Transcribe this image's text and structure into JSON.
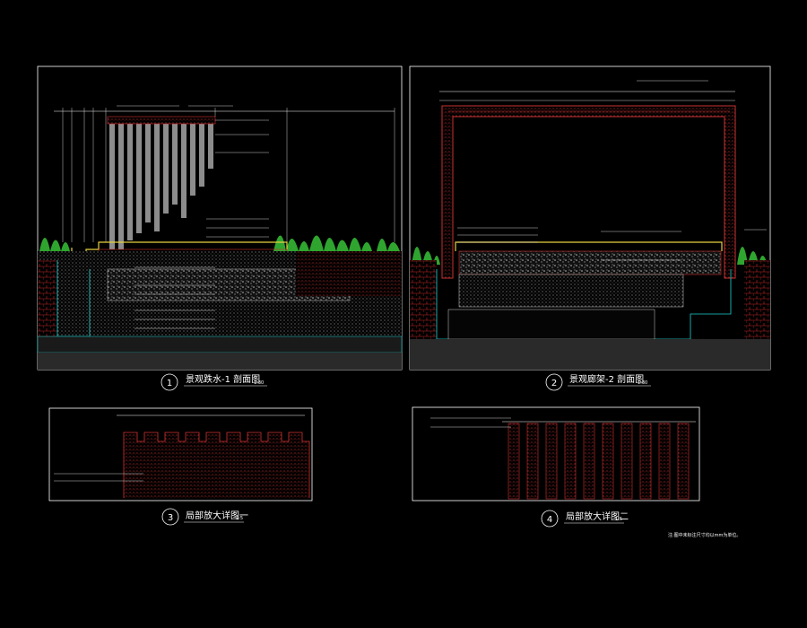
{
  "panels": [
    {
      "number": "1",
      "title": "景观跌水-1  剖面图",
      "scale": "1:30"
    },
    {
      "number": "2",
      "title": "景观廊架-2  剖面图",
      "scale": "1:30"
    },
    {
      "number": "3",
      "title": "局部放大详图一",
      "scale": "1:5"
    },
    {
      "number": "4",
      "title": "局部放大详图二",
      "scale": "1:5"
    }
  ],
  "note": "注:图中未标注尺寸均以mm为单位。",
  "colors": {
    "background": "#000000",
    "frame": "#ffffff",
    "hatch": "#c8c8c8",
    "brick": "#d02020",
    "yellow": "#e6d23c",
    "cyan": "#1fd0d0",
    "green": "#2fa52f",
    "frame_red": "#c83232"
  }
}
